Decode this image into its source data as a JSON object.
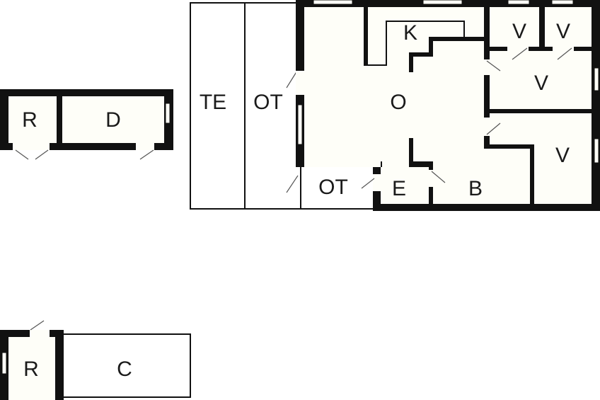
{
  "colors": {
    "wall": "#111111",
    "floor": "#fefef8",
    "background": "#ffffff"
  },
  "rooms": {
    "annex_top_r": "R",
    "annex_top_d": "D",
    "terrace": "TE",
    "open_terrace_left": "OT",
    "open_terrace_bottom": "OT",
    "kitchen": "K",
    "living": "O",
    "bedroom_top_1": "V",
    "bedroom_top_2": "V",
    "bedroom_mid": "V",
    "bedroom_bottom": "V",
    "entrance": "E",
    "bathroom": "B",
    "annex_bottom_r": "R",
    "annex_bottom_c": "C"
  }
}
